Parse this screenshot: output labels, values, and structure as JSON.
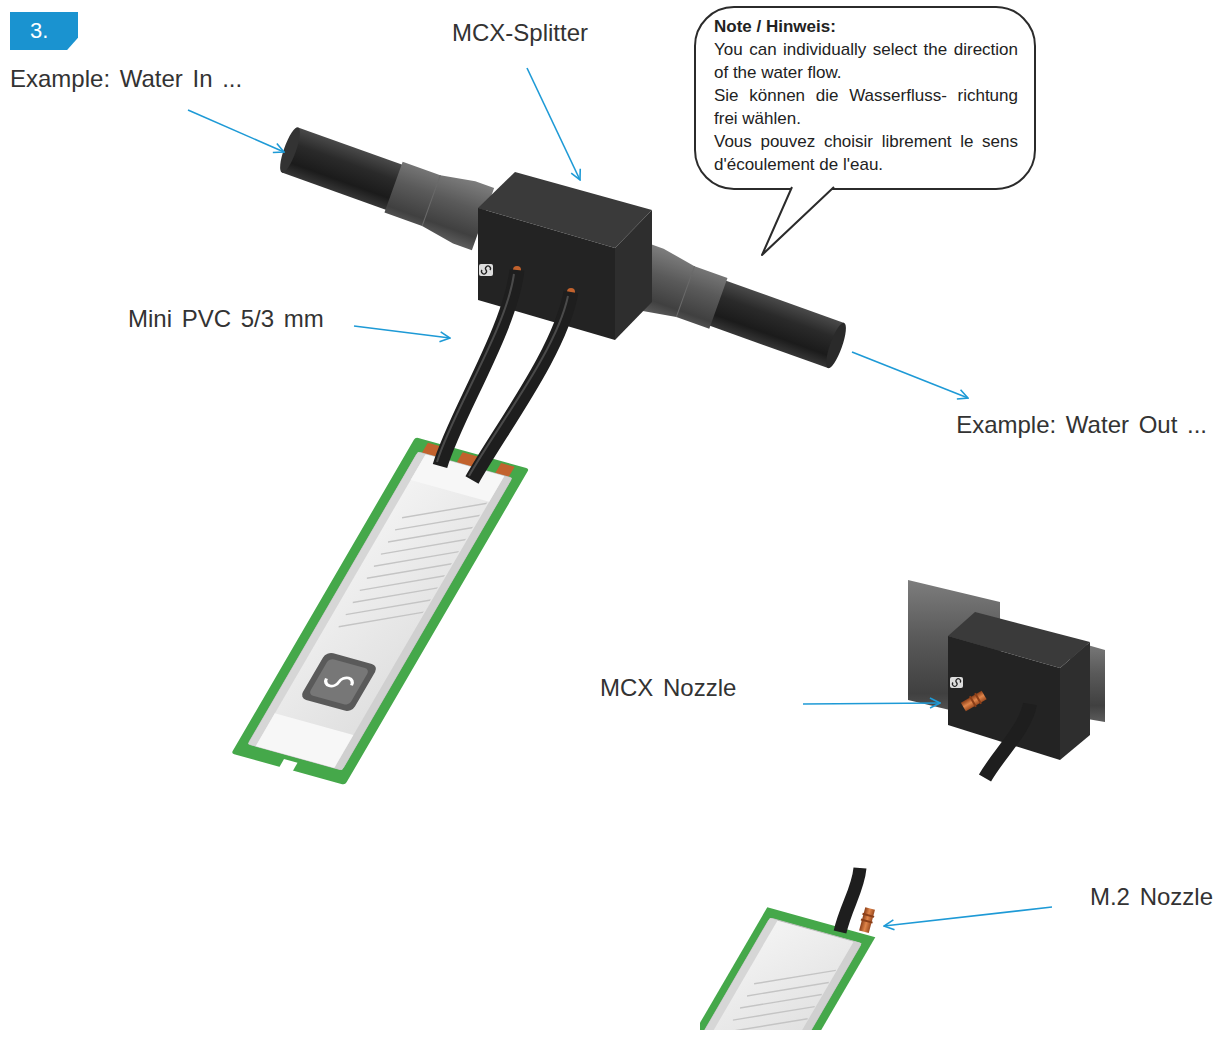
{
  "diagram": {
    "nodes": [
      {
        "text": [
          "3."
        ]
      },
      {
        "text": [
          "Note / Hinweis:",
          "You can individually select the direction of the water flow.",
          "Sie können die Wasserfluss- richtung frei wählen.",
          "Vous pouvez choisir librement le sens d'écoulement de l'eau."
        ]
      }
    ],
    "labels": [
      "Example: Water In ...",
      "MCX-Splitter",
      "Mini PVC 5/3 mm",
      "Example: Water Out ...",
      "MCX Nozzle",
      "M.2 Nozzle"
    ]
  }
}
